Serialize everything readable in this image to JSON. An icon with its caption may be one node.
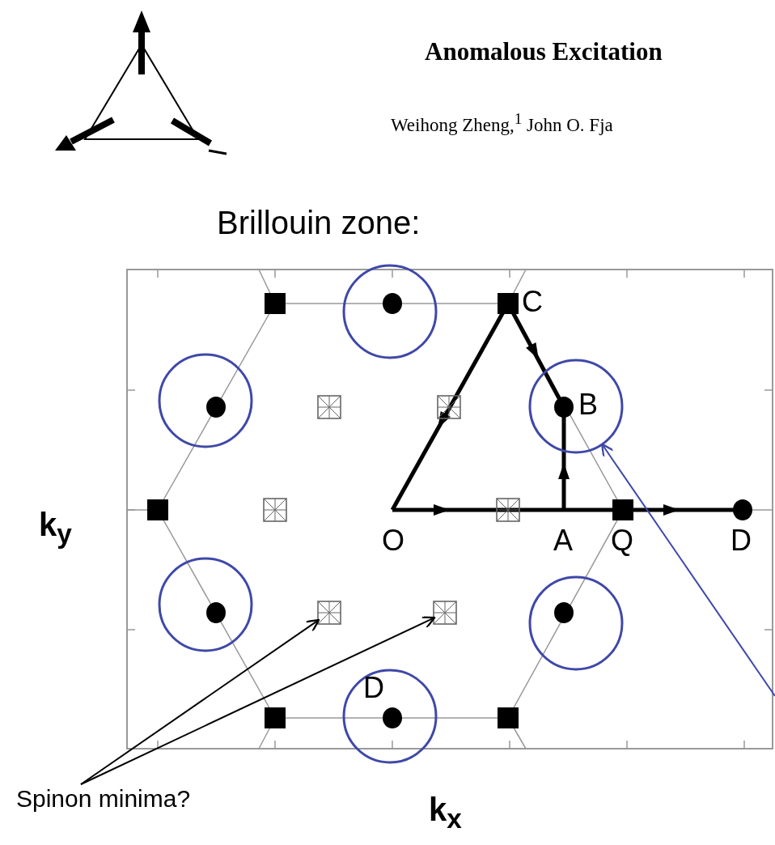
{
  "diagram": {
    "title": "Brillouin zone:",
    "nodes": [
      {
        "text": [
          "Spinon minima?"
        ]
      },
      {
        "text": [],
        "shape": "box"
      },
      {
        "text": [],
        "shape": "box"
      },
      {
        "text": [],
        "shape": "circle"
      }
    ],
    "edges": [
      {
        "from": 0,
        "to": 1,
        "arrow": "to"
      },
      {
        "from": 0,
        "to": 2,
        "arrow": "to"
      },
      {
        "from": null,
        "to": 3,
        "arrow": "to",
        "color": "#3f48a8"
      }
    ],
    "labels": [
      "Anomalous Excitation",
      "Weihong Zheng,$^{1}$ John O. Fja",
      "C",
      "B",
      "k$_{y}$",
      "O",
      "A",
      "Q",
      "D",
      "D",
      "k$_{x}$"
    ]
  }
}
